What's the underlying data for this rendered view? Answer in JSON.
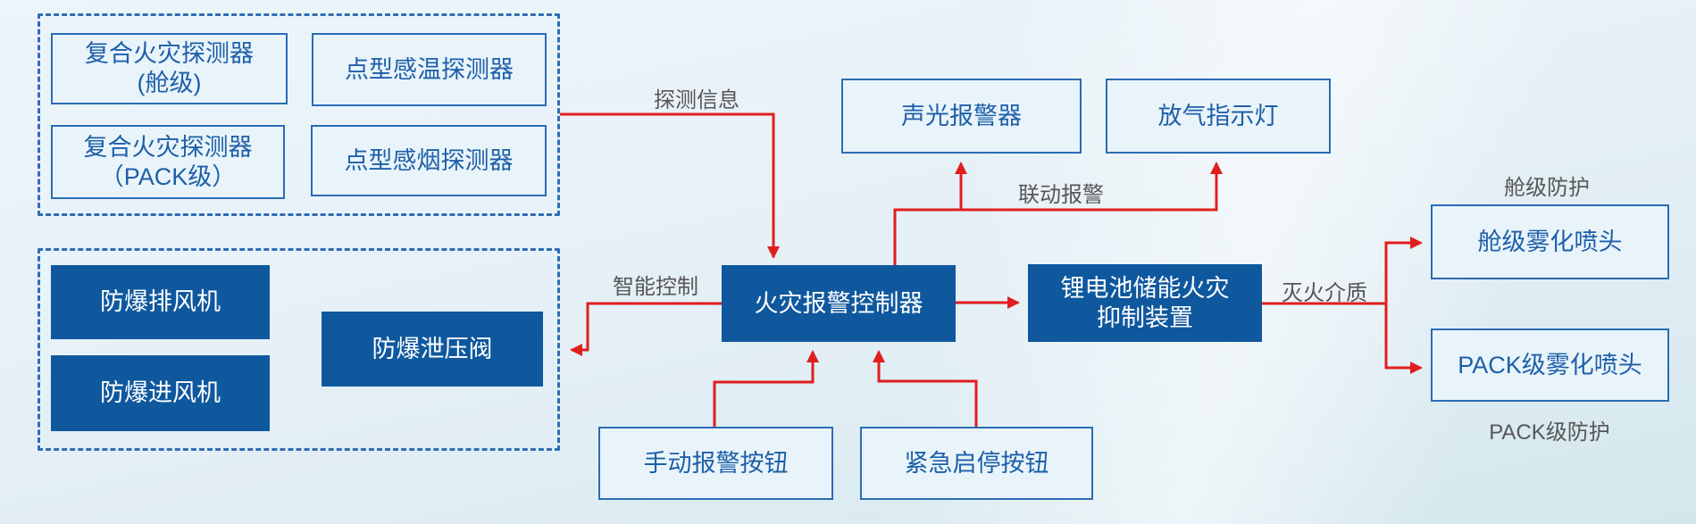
{
  "diagram": {
    "nodes": {
      "detector_cabin": {
        "label": "复合火灾探测器\n(舱级)"
      },
      "detector_heat": {
        "label": "点型感温探测器"
      },
      "detector_pack": {
        "label": "复合火灾探测器\n（PACK级）"
      },
      "detector_smoke": {
        "label": "点型感烟探测器"
      },
      "exhaust_fan": {
        "label": "防爆排风机"
      },
      "intake_fan": {
        "label": "防爆进风机"
      },
      "pressure_valve": {
        "label": "防爆泄压阀"
      },
      "alarm_controller": {
        "label": "火灾报警控制器"
      },
      "sound_light_alarm": {
        "label": "声光报警器"
      },
      "gas_release_light": {
        "label": "放气指示灯"
      },
      "suppression_device": {
        "label": "锂电池储能火灾\n抑制装置"
      },
      "manual_alarm_button": {
        "label": "手动报警按钮"
      },
      "emergency_button": {
        "label": "紧急启停按钮"
      },
      "cabin_nozzle": {
        "label": "舱级雾化喷头"
      },
      "pack_nozzle": {
        "label": "PACK级雾化喷头"
      }
    },
    "edge_labels": {
      "detection_info": "探测信息",
      "smart_control": "智能控制",
      "linkage_alarm": "联动报警",
      "extinguishing_medium": "灭火介质",
      "cabin_protection": "舱级防护",
      "pack_protection": "PACK级防护"
    },
    "colors": {
      "solid_box": "#0F589E",
      "outline_border": "#2A6CB3",
      "outline_text": "#1E5FA9",
      "dashed_border": "#2E6DB4",
      "arrow": "#E01E1E",
      "label_text": "#575757"
    }
  }
}
